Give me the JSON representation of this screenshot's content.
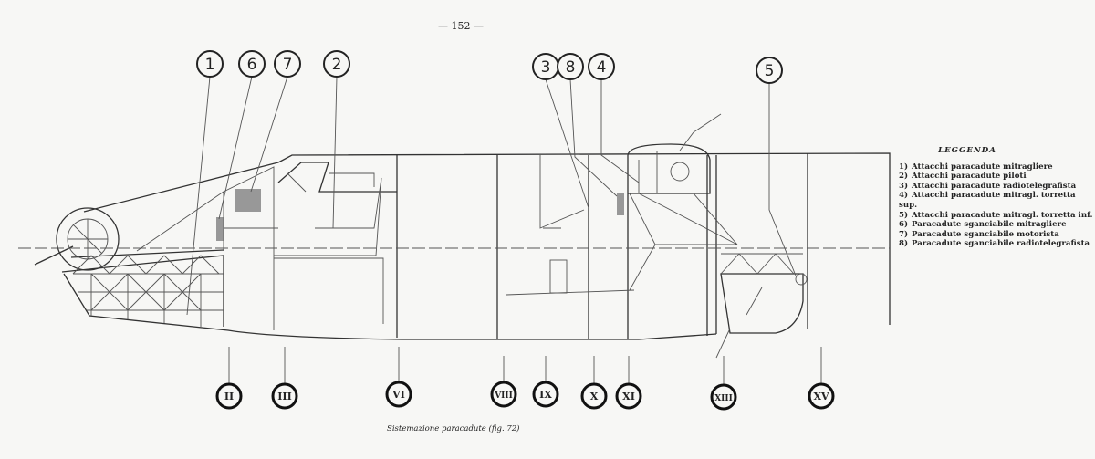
{
  "page_number": "— 152 —",
  "legend": {
    "title": "LEGGENDA",
    "items": [
      {
        "n": "1)",
        "text": "Attacchi paracadute mitragliere"
      },
      {
        "n": "2)",
        "text": "Attacchi paracadute piloti"
      },
      {
        "n": "3)",
        "text": "Attacchi paracadute radiotelegrafista"
      },
      {
        "n": "4)",
        "text": "Attacchi paracadute mitragl. torretta sup."
      },
      {
        "n": "5)",
        "text": "Attacchi paracadute mitragl. torretta inf."
      },
      {
        "n": "6)",
        "text": "Paracadute sganciabile mitragliere"
      },
      {
        "n": "7)",
        "text": "Paracadute sganciabile motorista"
      },
      {
        "n": "8)",
        "text": "Paracadute sganciabile radiotelegrafista"
      }
    ]
  },
  "callouts": [
    "1",
    "6",
    "7",
    "2",
    "3",
    "8",
    "4",
    "5"
  ],
  "stations": [
    "II",
    "III",
    "VI",
    "VIII",
    "IX",
    "X",
    "XI",
    "XIII",
    "XV"
  ],
  "caption": "Sistemazione paracadute (fig. 72)"
}
